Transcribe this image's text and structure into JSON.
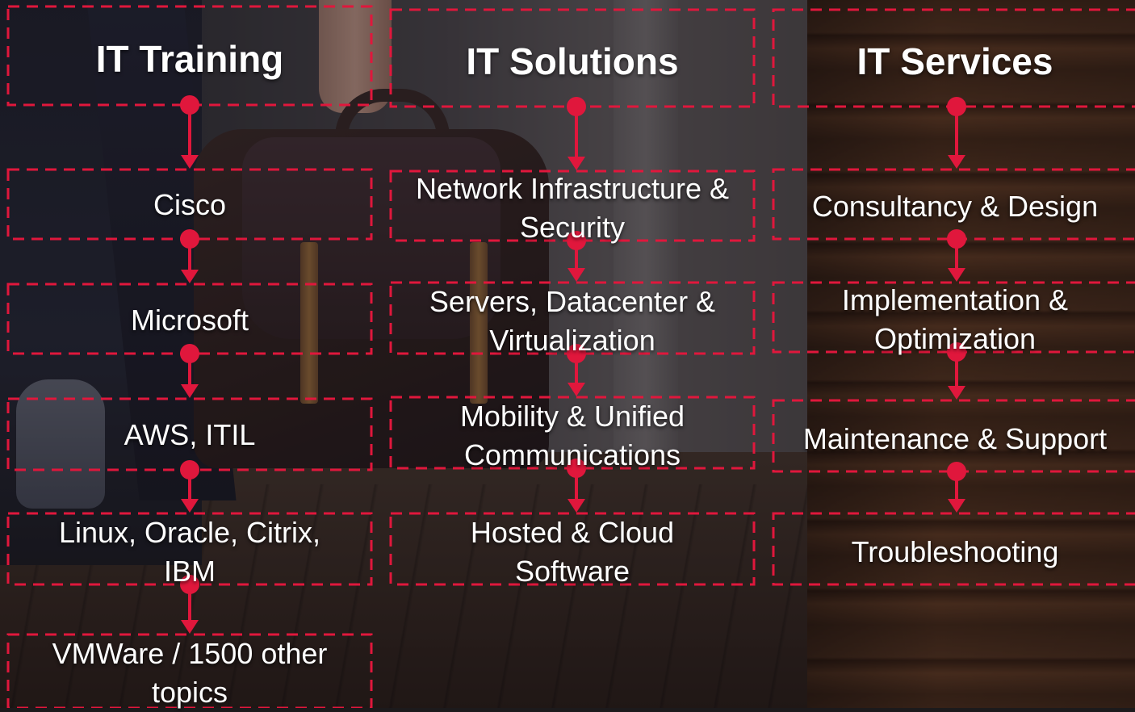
{
  "accent_color": "#e0173c",
  "columns": [
    {
      "title": "IT Training",
      "items": [
        "Cisco",
        "Microsoft",
        "AWS, ITIL",
        "Linux, Oracle, Citrix, IBM",
        "VMWare / 1500 other topics"
      ]
    },
    {
      "title": "IT Solutions",
      "items": [
        "Network Infrastructure & Security",
        "Servers, Datacenter & Virtualization",
        "Mobility & Unified Communications",
        "Hosted & Cloud Software"
      ]
    },
    {
      "title": "IT Services",
      "items": [
        "Consultancy & Design",
        "Implementation & Optimization",
        "Maintenance & Support",
        "Troubleshooting"
      ]
    }
  ]
}
